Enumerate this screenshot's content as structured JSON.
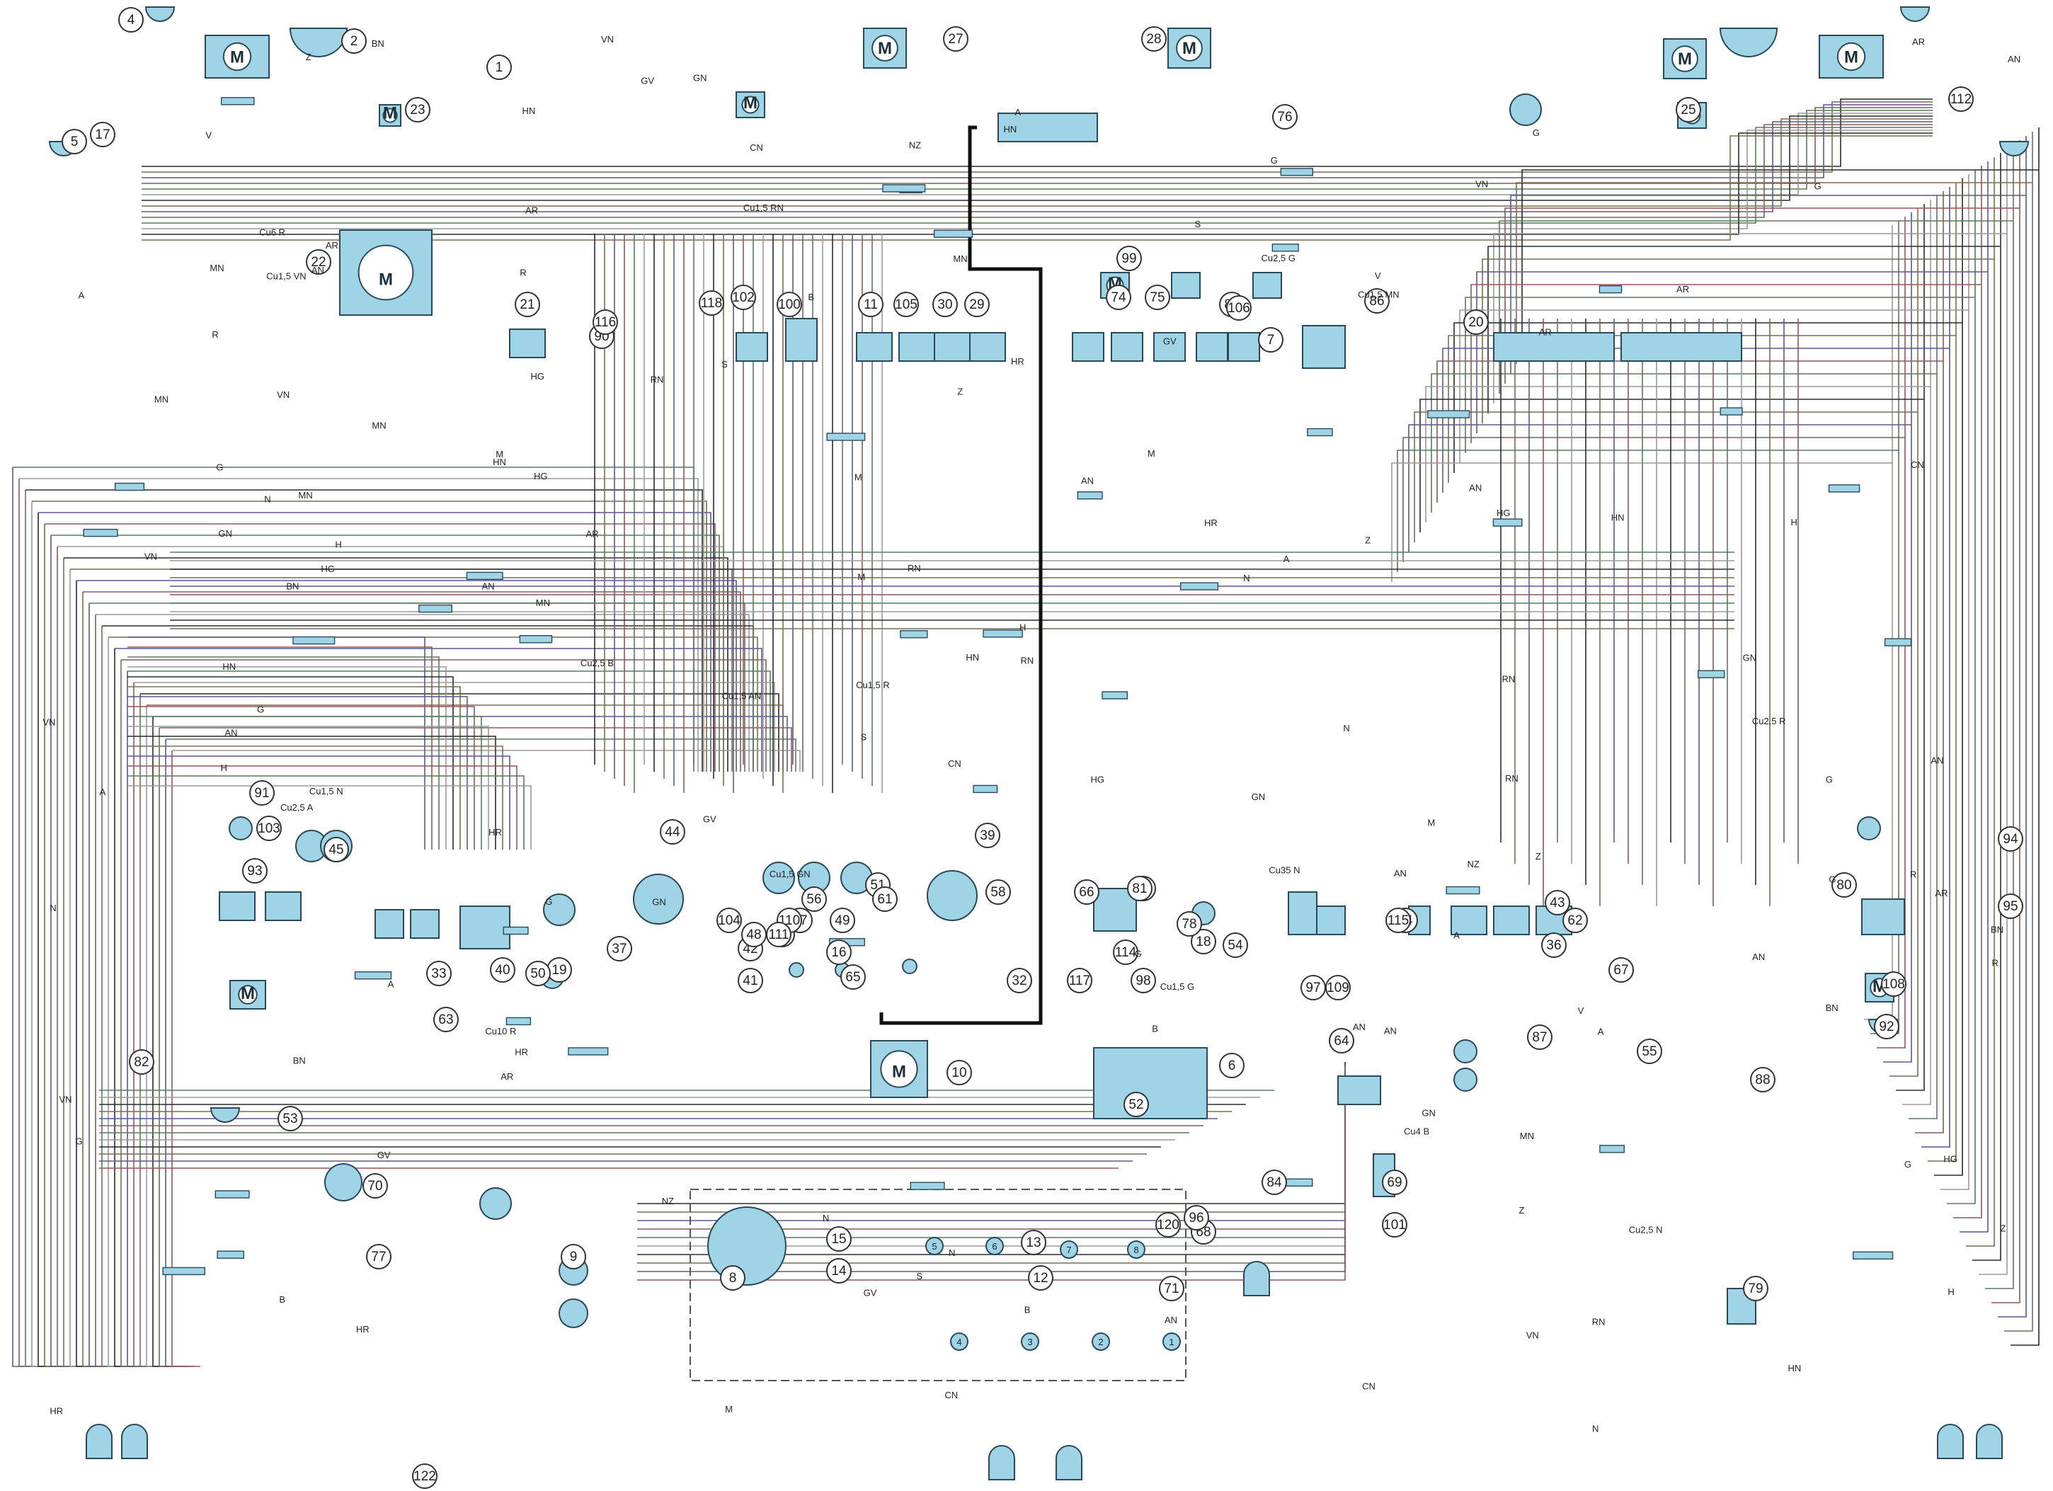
{
  "diagram": {
    "palette": {
      "component_fill": "#9fd3e6",
      "component_stroke": "#2a4a58",
      "battery_cable": "#111111",
      "wire_colors": [
        "#2b2b2b",
        "#7a6a55",
        "#5a5a8a",
        "#8a5a5a",
        "#5a7a5a",
        "#9a9a9a"
      ]
    },
    "motor_symbol": "M",
    "component_numbers": [
      "1",
      "2",
      "4",
      "5",
      "6",
      "7",
      "8",
      "9",
      "10",
      "11",
      "12",
      "13",
      "14",
      "15",
      "16",
      "17",
      "18",
      "19",
      "20",
      "21",
      "22",
      "23",
      "24",
      "25",
      "27",
      "28",
      "29",
      "30",
      "32",
      "33",
      "35",
      "36",
      "37",
      "39",
      "40",
      "41",
      "42",
      "43",
      "44",
      "45",
      "46",
      "47",
      "48",
      "49",
      "50",
      "51",
      "52",
      "53",
      "54",
      "55",
      "56",
      "58",
      "61",
      "62",
      "63",
      "64",
      "65",
      "66",
      "67",
      "68",
      "69",
      "70",
      "71",
      "74",
      "75",
      "76",
      "77",
      "78",
      "79",
      "80",
      "81",
      "82",
      "84",
      "86",
      "87",
      "88",
      "89",
      "90",
      "91",
      "92",
      "93",
      "94",
      "95",
      "96",
      "97",
      "98",
      "99",
      "100",
      "101",
      "102",
      "103",
      "104",
      "105",
      "106",
      "108",
      "109",
      "110",
      "111",
      "112",
      "114",
      "115",
      "116",
      "117",
      "118",
      "120",
      "122"
    ],
    "terminal_numbers": [
      "1",
      "2",
      "3",
      "4",
      "5",
      "6",
      "7",
      "8"
    ],
    "wire_codes": [
      "AN",
      "GN",
      "N",
      "R",
      "V",
      "H",
      "A",
      "AR",
      "HN",
      "G",
      "VN",
      "MN",
      "RN",
      "GV",
      "HR",
      "B",
      "S",
      "Z",
      "M",
      "BN",
      "CN",
      "HG",
      "NZ"
    ],
    "cable_sizes": [
      "Cu1,5 RN",
      "Cu1,5 MN",
      "Cu1,5 VN",
      "Cu1,5 N",
      "Cu1,5 AN",
      "Cu2,5 A",
      "Cu2,5 N",
      "Cu1,5 R",
      "Cu2,5 G",
      "Cu2,5 R",
      "Cu2,5 B",
      "Cu6 R",
      "Cu35 N",
      "Cu10 R",
      "Cu4 B",
      "Cu1,5 GN",
      "Cu1,5 G"
    ]
  }
}
